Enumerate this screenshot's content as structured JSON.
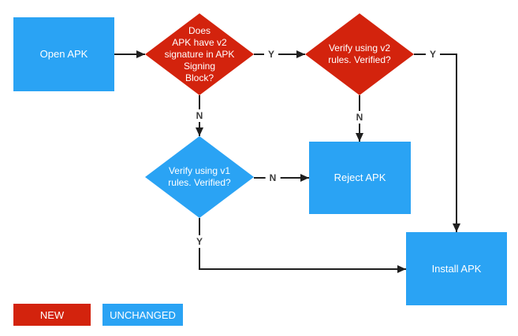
{
  "colors": {
    "new": "#d3230d",
    "unchanged": "#2aa3f4",
    "line": "#1f1f1f",
    "edge_label": "#3c3c3c",
    "text": "#ffffff"
  },
  "nodes": {
    "open_apk": {
      "label": "Open APK",
      "type": "process",
      "status": "unchanged"
    },
    "v2_check": {
      "label": "Does\nAPK have v2\nsignature in APK\nSigning\nBlock?",
      "type": "decision",
      "status": "new"
    },
    "v2_verify": {
      "label": "Verify using v2\nrules. Verified?",
      "type": "decision",
      "status": "new"
    },
    "v1_verify": {
      "label": "Verify using v1\nrules. Verified?",
      "type": "decision",
      "status": "unchanged"
    },
    "reject_apk": {
      "label": "Reject APK",
      "type": "process",
      "status": "unchanged"
    },
    "install_apk": {
      "label": "Install APK",
      "type": "process",
      "status": "unchanged"
    }
  },
  "edges": {
    "v2check_yes": {
      "label": "Y"
    },
    "v2check_no": {
      "label": "N"
    },
    "v2verify_yes": {
      "label": "Y"
    },
    "v2verify_no": {
      "label": "N"
    },
    "v1verify_no": {
      "label": "N"
    },
    "v1verify_yes": {
      "label": "Y"
    }
  },
  "legend": {
    "new_label": "NEW",
    "unchanged_label": "UNCHANGED"
  }
}
